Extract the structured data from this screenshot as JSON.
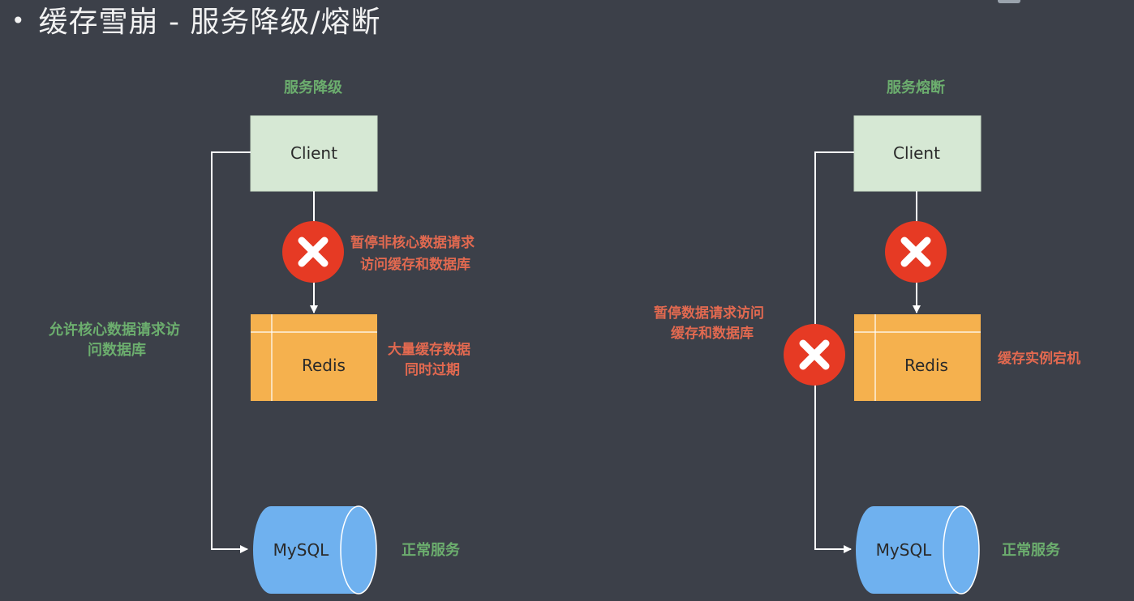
{
  "title": {
    "bullet": "•",
    "text": "缓存雪崩  -  服务降级/熔断"
  },
  "left_diagram": {
    "heading": "服务降级",
    "client_label": "Client",
    "x_icon_note_lines": [
      "暂停非核心数据请求",
      "访问缓存和数据库"
    ],
    "redis_label": "Redis",
    "redis_note_lines": [
      "大量缓存数据",
      "同时过期"
    ],
    "side_note_lines": [
      "允许核心数据请求访",
      "问数据库"
    ],
    "mysql_label": "MySQL",
    "mysql_note": "正常服务"
  },
  "right_diagram": {
    "heading": "服务熔断",
    "client_label": "Client",
    "side_x_note_lines": [
      "暂停数据请求访问",
      "缓存和数据库"
    ],
    "redis_label": "Redis",
    "redis_note": "缓存实例宕机",
    "mysql_label": "MySQL",
    "mysql_note": "正常服务"
  },
  "colors": {
    "background": "#3c4049",
    "client_box": "#d6e8d4",
    "redis_box": "#f5b14e",
    "mysql_cylinder": "#6fb1ef",
    "x_icon": "#e63a24",
    "green_text": "#6cae6e",
    "red_text": "#e26950"
  },
  "icons": [
    "x-circle-icon",
    "arrow-icon"
  ]
}
